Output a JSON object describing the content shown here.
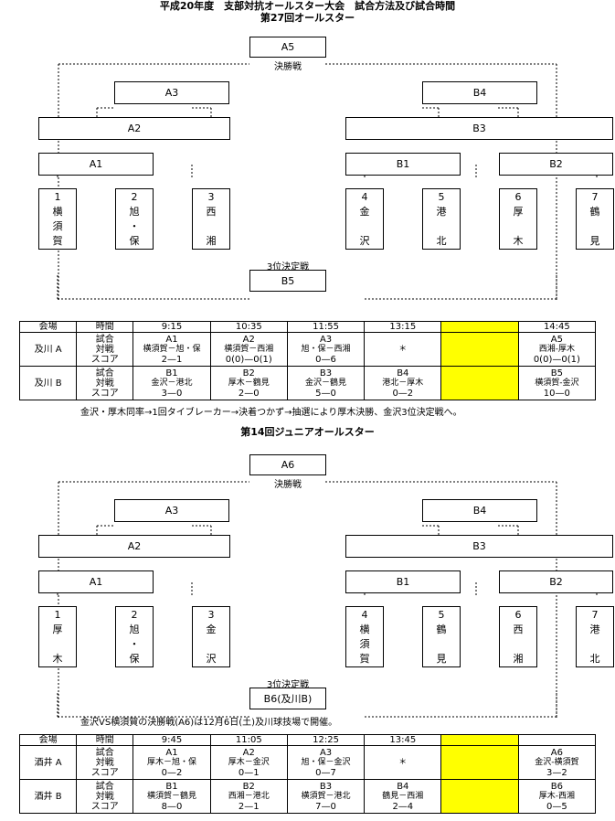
{
  "header": {
    "title_line1": "平成20年度　支部対抗オールスター大会　試合方法及び試合時間",
    "title_line2": "第27回オールスター"
  },
  "senior": {
    "final_box": "A5",
    "final_label": "決勝戦",
    "left_semi": "A3",
    "left_quarter": "A2",
    "left_first": "A1",
    "right_semi": "B4",
    "right_quarter": "B3",
    "right_first1": "B1",
    "right_first2": "B2",
    "teams": [
      [
        "1",
        "横",
        "須",
        "賀"
      ],
      [
        "2",
        "旭",
        "・",
        "保"
      ],
      [
        "3",
        "西",
        "",
        "湘"
      ],
      [
        "4",
        "金",
        "",
        "沢"
      ],
      [
        "5",
        "港",
        "",
        "北"
      ],
      [
        "6",
        "厚",
        "",
        "木"
      ],
      [
        "7",
        "鶴",
        "",
        "見"
      ]
    ],
    "third_label": "3位決定戦",
    "third_box": "B5"
  },
  "table1": {
    "headers": [
      "会場",
      "時間",
      "9:15",
      "10:35",
      "11:55",
      "13:15",
      "",
      "14:45"
    ],
    "rows": [
      {
        "venue": "及川 A",
        "types": [
          "試合",
          "対戦",
          "スコア"
        ],
        "cells": [
          [
            "A1",
            "横須賀－旭・保",
            "2—1"
          ],
          [
            "A2",
            "横須賀－西湘",
            "0(0)—0(1)"
          ],
          [
            "A3",
            "旭・保－西湘",
            "0—6"
          ],
          [
            "",
            "＊",
            ""
          ],
          [
            "",
            "",
            ""
          ],
          [
            "A5",
            "西湘-厚木",
            "0(0)—0(1)"
          ]
        ]
      },
      {
        "venue": "及川 B",
        "types": [
          "試合",
          "対戦",
          "スコア"
        ],
        "cells": [
          [
            "B1",
            "金沢－港北",
            "3—0"
          ],
          [
            "B2",
            "厚木－鶴見",
            "2—0"
          ],
          [
            "B3",
            "金沢－鶴見",
            "5—0"
          ],
          [
            "B4",
            "港北－厚木",
            "0—2"
          ],
          [
            "",
            "",
            ""
          ],
          [
            "B5",
            "横須賀-金沢",
            "10—0"
          ]
        ]
      }
    ],
    "note": "金沢・厚木同率→1回タイブレーカー→決着つかず→抽選により厚木決勝、金沢3位決定戦へ。",
    "highlight_color": "#ffff00"
  },
  "junior": {
    "title": "第14回ジュニアオールスター",
    "final_box": "A6",
    "final_label": "決勝戦",
    "left_semi": "A3",
    "left_quarter": "A2",
    "left_first": "A1",
    "right_semi": "B4",
    "right_quarter": "B3",
    "right_first1": "B1",
    "right_first2": "B2",
    "teams": [
      [
        "1",
        "厚",
        "",
        "木"
      ],
      [
        "2",
        "旭",
        "・",
        "保"
      ],
      [
        "3",
        "金",
        "",
        "沢"
      ],
      [
        "4",
        "横",
        "須",
        "賀"
      ],
      [
        "5",
        "鶴",
        "",
        "見"
      ],
      [
        "6",
        "西",
        "",
        "湘"
      ],
      [
        "7",
        "港",
        "",
        "北"
      ]
    ],
    "third_label": "3位決定戦",
    "third_box": "B6(及川B)",
    "note": "金沢VS横須賀の決勝戦(A6)は12月6日(土)及川球技場で開催。"
  },
  "table2": {
    "headers": [
      "会場",
      "時間",
      "9:45",
      "11:05",
      "12:25",
      "13:45",
      "",
      "　"
    ],
    "rows": [
      {
        "venue": "酒井 A",
        "types": [
          "試合",
          "対戦",
          "スコア"
        ],
        "cells": [
          [
            "A1",
            "厚木－旭・保",
            "0—2"
          ],
          [
            "A2",
            "厚木－金沢",
            "0—1"
          ],
          [
            "A3",
            "旭・保－金沢",
            "0—7"
          ],
          [
            "",
            "＊",
            ""
          ],
          [
            "",
            "",
            ""
          ],
          [
            "A6",
            "金沢-横須賀",
            "3—2"
          ]
        ]
      },
      {
        "venue": "酒井 B",
        "types": [
          "試合",
          "対戦",
          "スコア"
        ],
        "cells": [
          [
            "B1",
            "横須賀－鶴見",
            "8—0"
          ],
          [
            "B2",
            "西湘－港北",
            "2—1"
          ],
          [
            "B3",
            "横須賀－港北",
            "7—0"
          ],
          [
            "B4",
            "鶴見－西湘",
            "2—4"
          ],
          [
            "",
            "",
            ""
          ],
          [
            "B6",
            "厚木-西湘",
            "0—5"
          ]
        ]
      }
    ]
  }
}
